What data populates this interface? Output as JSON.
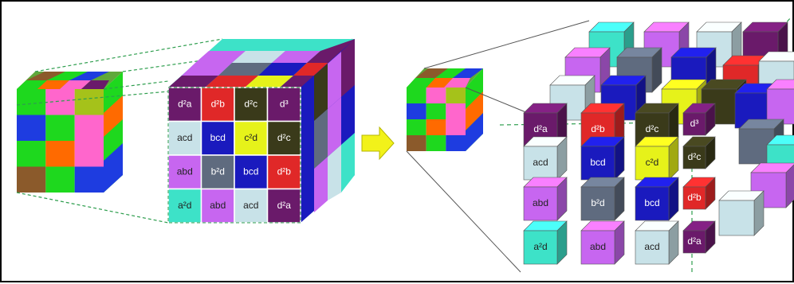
{
  "colors": {
    "brown": "#8B5A2B",
    "green": "#1ED81E",
    "orange": "#FF6A00",
    "pink": "#FF66CC",
    "olive": "#A5C21A",
    "blue": "#1E3CE0",
    "purple": "#6A1A6A",
    "red": "#E02828",
    "darkolive": "#3A3A1A",
    "yellow": "#E6F21A",
    "lightblue": "#C8E2E8",
    "royal": "#1A1ABE",
    "violet": "#C766F0",
    "slate": "#5F6B7F",
    "teal": "#3DE2C8",
    "guide": "#2E9E4E",
    "arrow": "#F2F21A"
  },
  "front_face": {
    "rows": [
      [
        {
          "text": "d²a",
          "color": "purple"
        },
        {
          "text": "d²b",
          "color": "red"
        },
        {
          "text": "d²c",
          "color": "darkolive"
        },
        {
          "text": "d³",
          "color": "purple"
        }
      ],
      [
        {
          "text": "acd",
          "color": "lightblue"
        },
        {
          "text": "bcd",
          "color": "royal"
        },
        {
          "text": "c²d",
          "color": "yellow"
        },
        {
          "text": "d²c",
          "color": "darkolive"
        }
      ],
      [
        {
          "text": "abd",
          "color": "violet"
        },
        {
          "text": "b²d",
          "color": "slate"
        },
        {
          "text": "bcd",
          "color": "royal"
        },
        {
          "text": "d²b",
          "color": "red"
        }
      ],
      [
        {
          "text": "a²d",
          "color": "teal"
        },
        {
          "text": "abd",
          "color": "violet"
        },
        {
          "text": "acd",
          "color": "lightblue"
        },
        {
          "text": "d²a",
          "color": "purple"
        }
      ]
    ]
  },
  "small_cube_front": [
    [
      "green",
      "pink",
      "olive"
    ],
    [
      "blue",
      "green",
      "pink"
    ],
    [
      "green",
      "orange",
      "pink"
    ],
    [
      "brown",
      "green",
      "blue"
    ]
  ],
  "arrow_label": "",
  "light_text_colors": [
    "purple",
    "red",
    "darkolive",
    "royal",
    "slate"
  ]
}
